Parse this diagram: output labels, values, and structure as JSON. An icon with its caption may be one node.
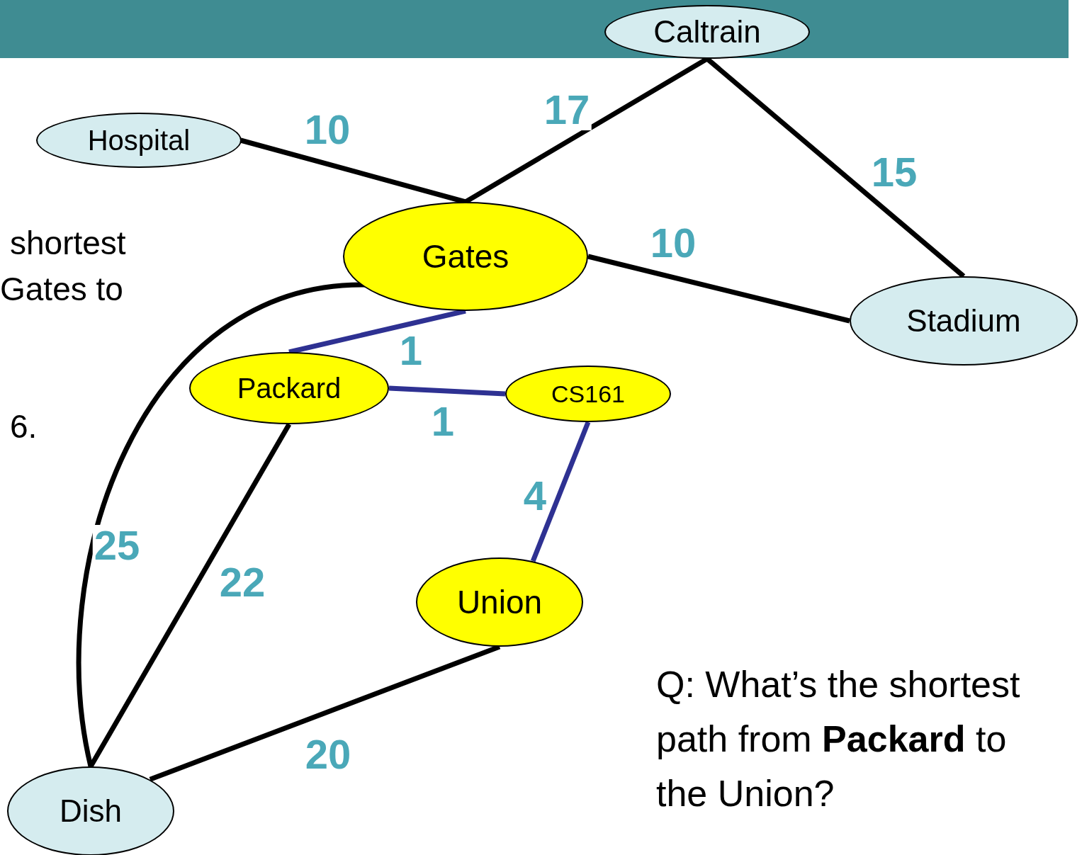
{
  "diagram": {
    "nodes": [
      {
        "text": [
          "Caltrain"
        ]
      },
      {
        "text": [
          "Hospital"
        ]
      },
      {
        "text": [
          "Gates"
        ]
      },
      {
        "text": [
          "Stadium"
        ]
      },
      {
        "text": [
          "Packard"
        ]
      },
      {
        "text": [
          "CS161"
        ]
      },
      {
        "text": [
          "Union"
        ]
      },
      {
        "text": [
          "Dish"
        ]
      }
    ],
    "edges": [
      {
        "from": 1,
        "to": 2,
        "arrow": "none",
        "label": "10"
      },
      {
        "from": 2,
        "to": 0,
        "arrow": "none",
        "label": "17"
      },
      {
        "from": 0,
        "to": 3,
        "arrow": "none",
        "label": "15"
      },
      {
        "from": 2,
        "to": 3,
        "arrow": "none",
        "label": "10"
      },
      {
        "from": 2,
        "to": 4,
        "arrow": "none",
        "label": "1",
        "color": "#2e3192"
      },
      {
        "from": 4,
        "to": 5,
        "arrow": "none",
        "label": "1",
        "color": "#2e3192"
      },
      {
        "from": 5,
        "to": 6,
        "arrow": "none",
        "label": "4",
        "color": "#2e3192"
      },
      {
        "from": 2,
        "to": 7,
        "arrow": "none",
        "label": "25"
      },
      {
        "from": 4,
        "to": 7,
        "arrow": "none",
        "label": "22"
      },
      {
        "from": 6,
        "to": 7,
        "arrow": "none",
        "label": "20"
      }
    ],
    "labels": [
      "shortest",
      "Gates to",
      "6.",
      "Q: What’s the shortest path from **Packard** to the Union?"
    ]
  }
}
